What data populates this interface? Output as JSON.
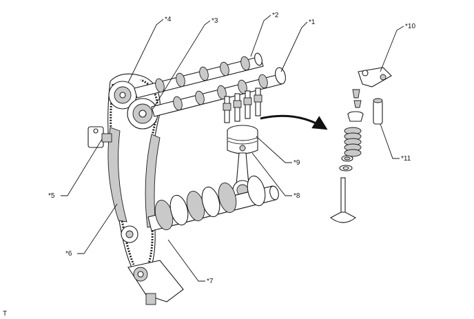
{
  "diagram": {
    "callouts": {
      "c1": "*1",
      "c2": "*2",
      "c3": "*3",
      "c4": "*4",
      "c5": "*5",
      "c6": "*6",
      "c7": "*7",
      "c8": "*8",
      "c9": "*9",
      "c10": "*10",
      "c11": "*11"
    },
    "corner_mark": "T"
  }
}
